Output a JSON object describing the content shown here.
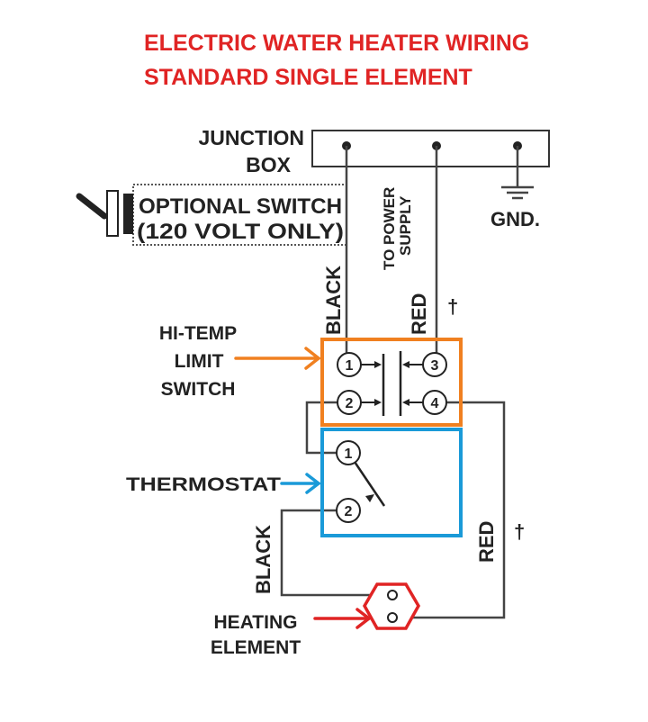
{
  "title": {
    "line1": "ELECTRIC WATER HEATER WIRING",
    "line2": "STANDARD SINGLE ELEMENT"
  },
  "labels": {
    "junction_1": "JUNCTION",
    "junction_2": "BOX",
    "optional_1": "OPTIONAL  SWITCH",
    "optional_2": "(120 VOLT ONLY)",
    "power_1": "TO POWER",
    "power_2": "SUPPLY",
    "gnd": "GND.",
    "black": "BLACK",
    "red": "RED",
    "dagger": "†",
    "hitemp_1": "HI-TEMP",
    "hitemp_2": "LIMIT",
    "hitemp_3": "SWITCH",
    "thermostat": "THERMOSTAT",
    "heating_1": "HEATING",
    "heating_2": "ELEMENT"
  },
  "terminals": {
    "limit": [
      "1",
      "2",
      "3",
      "4"
    ],
    "thermostat": [
      "1",
      "2"
    ]
  },
  "colors": {
    "title": "#e02424",
    "limit_switch": "#f08020",
    "thermostat": "#1a9ad8",
    "heating_element": "#e02424"
  }
}
